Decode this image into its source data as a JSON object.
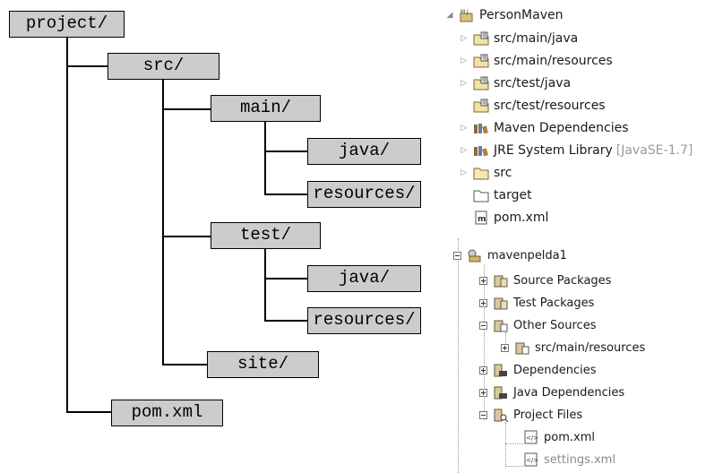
{
  "diagram": {
    "nodes": {
      "project": "project/",
      "src": "src/",
      "main": "main/",
      "main_java": "java/",
      "main_resources": "resources/",
      "test": "test/",
      "test_java": "java/",
      "test_resources": "resources/",
      "site": "site/",
      "pom": "pom.xml"
    }
  },
  "eclipse": {
    "project": "PersonMaven",
    "items": [
      {
        "label": "src/main/java",
        "icon": "source-folder-icon"
      },
      {
        "label": "src/main/resources",
        "icon": "source-folder-icon"
      },
      {
        "label": "src/test/java",
        "icon": "source-folder-icon"
      },
      {
        "label": "src/test/resources",
        "icon": "source-folder-icon"
      },
      {
        "label": "Maven Dependencies",
        "icon": "library-icon"
      },
      {
        "label": "JRE System Library",
        "suffix": "[JavaSE-1.7]",
        "icon": "library-icon"
      },
      {
        "label": "src",
        "icon": "folder-icon"
      },
      {
        "label": "target",
        "icon": "folder-icon"
      },
      {
        "label": "pom.xml",
        "icon": "maven-file-icon"
      }
    ]
  },
  "netbeans": {
    "project": "mavenpelda1",
    "items": [
      {
        "label": "Source Packages"
      },
      {
        "label": "Test Packages"
      },
      {
        "label": "Other Sources"
      },
      {
        "label": "src/main/resources"
      },
      {
        "label": "Dependencies"
      },
      {
        "label": "Java Dependencies"
      },
      {
        "label": "Project Files"
      },
      {
        "label": "pom.xml"
      },
      {
        "label": "settings.xml"
      }
    ]
  }
}
